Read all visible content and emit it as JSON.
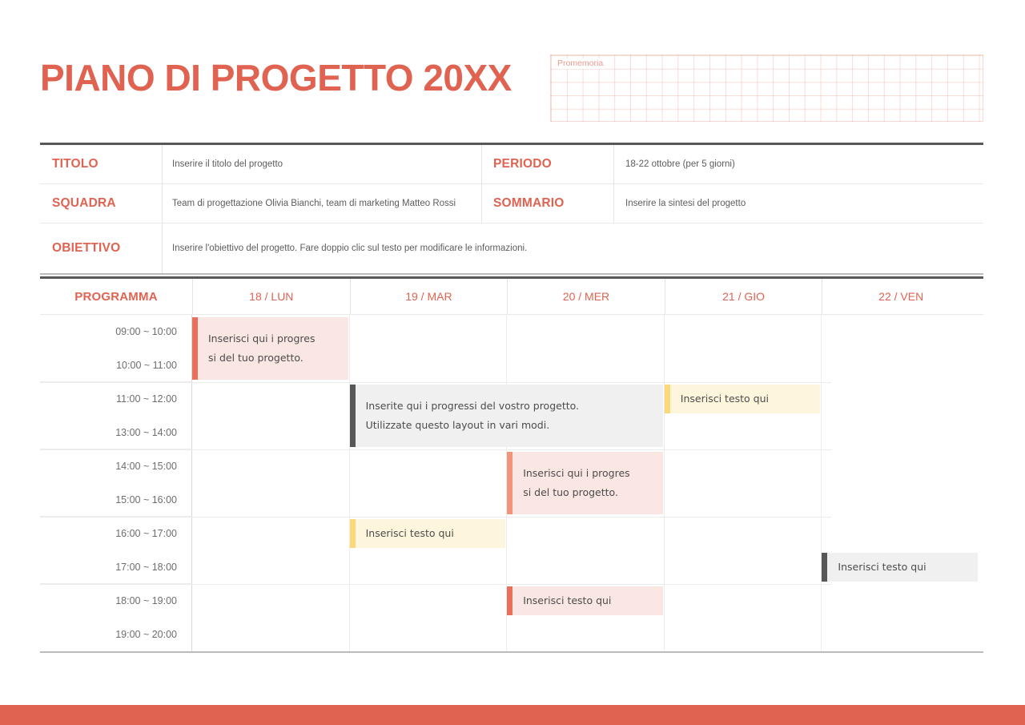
{
  "title": "PIANO DI PROGETTO 20XX",
  "memo": {
    "label": "Promemoria"
  },
  "colors": {
    "accent": "#e06351",
    "dark_rule": "#575757",
    "pink_bg": "#fae6e2",
    "pink_bar": "#e8705c",
    "peach_bar": "#f0947a",
    "gray_bg": "#f0f0f0",
    "gray_bar": "#575757",
    "yellow_bg": "#fdf6dd",
    "yellow_bar": "#fbd97a"
  },
  "info": {
    "rows": [
      {
        "label_left": "TITOLO",
        "value_left": "Inserire il titolo del progetto",
        "label_right": "PERIODO",
        "value_right": "18-22 ottobre (per 5 giorni)"
      },
      {
        "label_left": "SQUADRA",
        "value_left": "Team di progettazione Olivia Bianchi, team di marketing Matteo Rossi",
        "label_right": "SOMMARIO",
        "value_right": "Inserire la sintesi del progetto"
      }
    ],
    "objective": {
      "label": "OBIETTIVO",
      "value": "Inserire l'obiettivo del progetto. Fare doppio clic sul testo per modificare le informazioni."
    }
  },
  "schedule": {
    "corner_label": "PROGRAMMA",
    "days": [
      {
        "label": "18 / LUN"
      },
      {
        "label": "19 / MAR"
      },
      {
        "label": "20 / MER"
      },
      {
        "label": "21 / GIO"
      },
      {
        "label": "22 / VEN"
      }
    ],
    "times": [
      "09:00 ~ 10:00",
      "10:00 ~ 11:00",
      "11:00 ~ 12:00",
      "13:00 ~ 14:00",
      "14:00 ~ 15:00",
      "15:00 ~ 16:00",
      "16:00 ~ 17:00",
      "17:00 ~ 18:00",
      "18:00 ~ 19:00",
      "19:00 ~ 20:00"
    ],
    "events": [
      {
        "id": "event-mon-morning",
        "day": "18 / LUN",
        "start_time": "09:00 ~ 10:00",
        "end_time": "10:00 ~ 11:00",
        "lines": [
          "Inserisci qui i progres",
          "si del tuo progetto."
        ],
        "style": "pink",
        "col": 0,
        "colspan": 1,
        "row": 0,
        "rowspan": 2
      },
      {
        "id": "event-tue-wed-midday",
        "day": "19 / MAR",
        "start_time": "11:00 ~ 12:00",
        "end_time": "13:00 ~ 14:00",
        "lines": [
          "Inserite qui i progressi del vostro progetto.",
          "Utilizzate questo layout in vari modi."
        ],
        "style": "gray",
        "col": 1,
        "colspan": 2,
        "row": 2,
        "rowspan": 2
      },
      {
        "id": "event-thu-midday",
        "day": "21 / GIO",
        "start_time": "11:00 ~ 12:00",
        "end_time": "11:00 ~ 12:00",
        "lines": [
          "Inserisci testo qui"
        ],
        "style": "yellow",
        "col": 3,
        "colspan": 1,
        "row": 2,
        "rowspan": 1
      },
      {
        "id": "event-wed-afternoon",
        "day": "20 / MER",
        "start_time": "14:00 ~ 15:00",
        "end_time": "15:00 ~ 16:00",
        "lines": [
          "Inserisci qui i progres",
          "si del tuo progetto."
        ],
        "style": "peach",
        "col": 2,
        "colspan": 1,
        "row": 4,
        "rowspan": 2
      },
      {
        "id": "event-tue-late",
        "day": "19 / MAR",
        "start_time": "16:00 ~ 17:00",
        "end_time": "16:00 ~ 17:00",
        "lines": [
          "Inserisci testo qui"
        ],
        "style": "yellow",
        "col": 1,
        "colspan": 1,
        "row": 6,
        "rowspan": 1
      },
      {
        "id": "event-fri-evening",
        "day": "22 / VEN",
        "start_time": "17:00 ~ 18:00",
        "end_time": "17:00 ~ 18:00",
        "lines": [
          "Inserisci testo qui"
        ],
        "style": "gray",
        "col": 4,
        "colspan": 1,
        "row": 7,
        "rowspan": 1
      },
      {
        "id": "event-wed-evening",
        "day": "20 / MER",
        "start_time": "18:00 ~ 19:00",
        "end_time": "18:00 ~ 19:00",
        "lines": [
          "Inserisci testo qui"
        ],
        "style": "pink",
        "col": 2,
        "colspan": 1,
        "row": 8,
        "rowspan": 1
      }
    ]
  }
}
